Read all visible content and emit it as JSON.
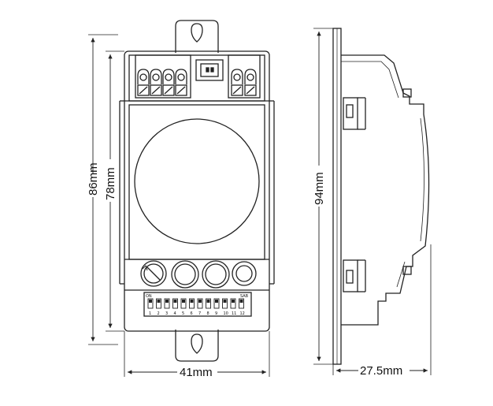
{
  "dimensions": {
    "width_front": "41mm",
    "height_total": "86mm",
    "height_body": "78mm",
    "height_side": "94mm",
    "depth_side": "27.5mm"
  },
  "dip_switch": {
    "label_left": "ON",
    "label_right": "SAB",
    "numbers": [
      "1",
      "2",
      "3",
      "4",
      "5",
      "6",
      "7",
      "8",
      "9",
      "10",
      "11",
      "12"
    ]
  },
  "colors": {
    "line": "#222222",
    "background": "#ffffff"
  }
}
